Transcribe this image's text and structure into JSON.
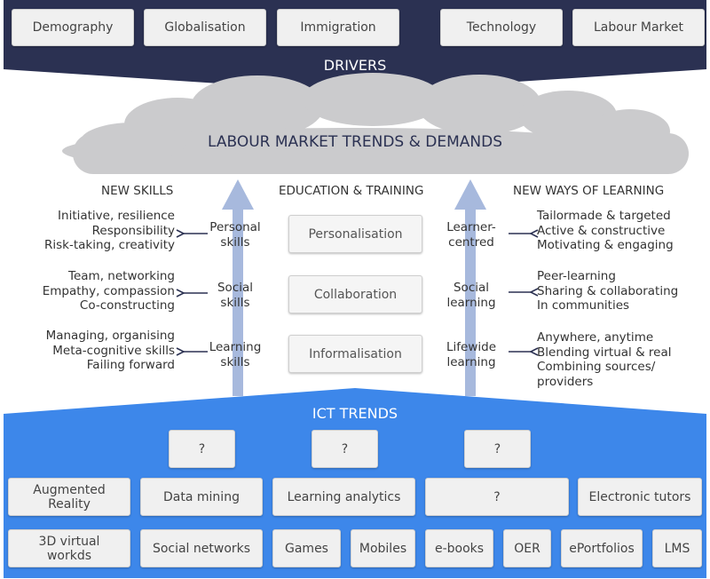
{
  "colors": {
    "drivers_bg": "#2b3152",
    "cloud": "#cbcbcd",
    "ict_bg": "#3d87ea",
    "arrow": "#a7b9dd"
  },
  "drivers": {
    "label": "DRIVERS",
    "items": [
      "Demography",
      "Globalisation",
      "Immigration",
      "Technology",
      "Labour Market"
    ]
  },
  "cloud": {
    "label": "LABOUR MARKET TRENDS & DEMANDS"
  },
  "new_skills": {
    "title": "NEW SKILLS",
    "rows": [
      {
        "text": "Initiative, resilience\nResponsibility\nRisk-taking, creativity",
        "label": "Personal\nskills"
      },
      {
        "text": "Team, networking\nEmpathy, compassion\nCo-constructing",
        "label": "Social\nskills"
      },
      {
        "text": "Managing, organising\nMeta-cognitive skills\nFailing forward",
        "label": "Learning\nskills"
      }
    ]
  },
  "education": {
    "title": "EDUCATION & TRAINING",
    "items": [
      "Personalisation",
      "Collaboration",
      "Informalisation"
    ]
  },
  "new_learning": {
    "title": "NEW WAYS OF LEARNING",
    "rows": [
      {
        "label": "Learner-\ncentred",
        "text": "Tailormade & targeted\nActive & constructive\nMotivating & engaging"
      },
      {
        "label": "Social\nlearning",
        "text": "Peer-learning\nSharing & collaborating\nIn communities"
      },
      {
        "label": "Lifewide\nlearning",
        "text": "Anywhere, anytime\nBlending virtual & real\nCombining sources/\nproviders"
      }
    ]
  },
  "ict": {
    "label": "ICT TRENDS",
    "row1": [
      "?",
      "?",
      "?"
    ],
    "row2": [
      "Augmented\nReality",
      "Data mining",
      "Learning analytics",
      "?",
      "Electronic tutors"
    ],
    "row3": [
      "3D virtual\nworkds",
      "Social networks",
      "Games",
      "Mobiles",
      "e-books",
      "OER",
      "ePortfolios",
      "LMS"
    ]
  }
}
